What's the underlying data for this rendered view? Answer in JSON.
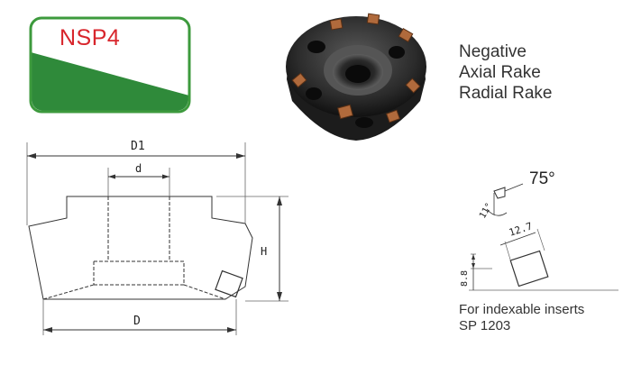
{
  "badge": {
    "text": "NSP4",
    "border_color": "#3d9a3d",
    "fill_color": "#2f8a3a",
    "text_color": "#d8262c"
  },
  "features": [
    "Negative",
    "Axial Rake",
    "Radial Rake"
  ],
  "dimensions": {
    "outer_diameter": "D1",
    "bore": "d",
    "height": "H",
    "body_diameter": "D"
  },
  "insert_detail": {
    "lead_angle": "75°",
    "clearance_angle": "11°",
    "insert_size": "12.7",
    "height_offset": "8.8",
    "note_line1": "For indexable inserts",
    "note_line2": "SP 1203"
  }
}
